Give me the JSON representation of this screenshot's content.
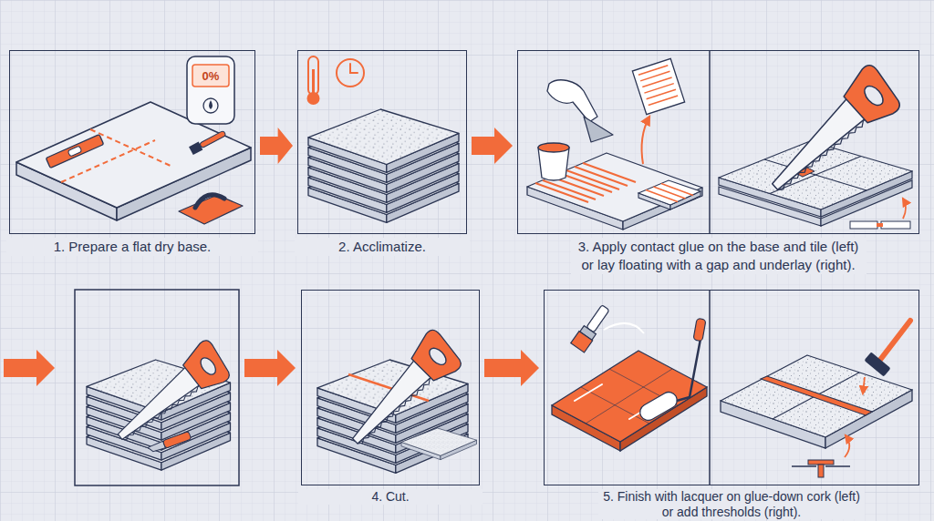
{
  "diagram": {
    "nodes": [
      {
        "text": [
          "1. Prepare a flat dry base."
        ]
      },
      {
        "text": [
          "2. Acclimatize."
        ]
      },
      {
        "text": [
          "3. Apply contact glue on the base and tile (left) or lay floating with a gap and underlay (right)."
        ]
      },
      {
        "text": [
          "4. Cut."
        ]
      },
      {
        "text": [
          "5. Finish with lacquer on glue-down cork (left) or add thresholds (right)."
        ]
      }
    ],
    "edges": [
      {
        "from": 0,
        "to": 1,
        "arrow": "to"
      },
      {
        "from": 1,
        "to": 2,
        "arrow": "to"
      },
      {
        "from": 3,
        "to": 4,
        "arrow": "to"
      }
    ],
    "labels": [
      "0%"
    ]
  }
}
